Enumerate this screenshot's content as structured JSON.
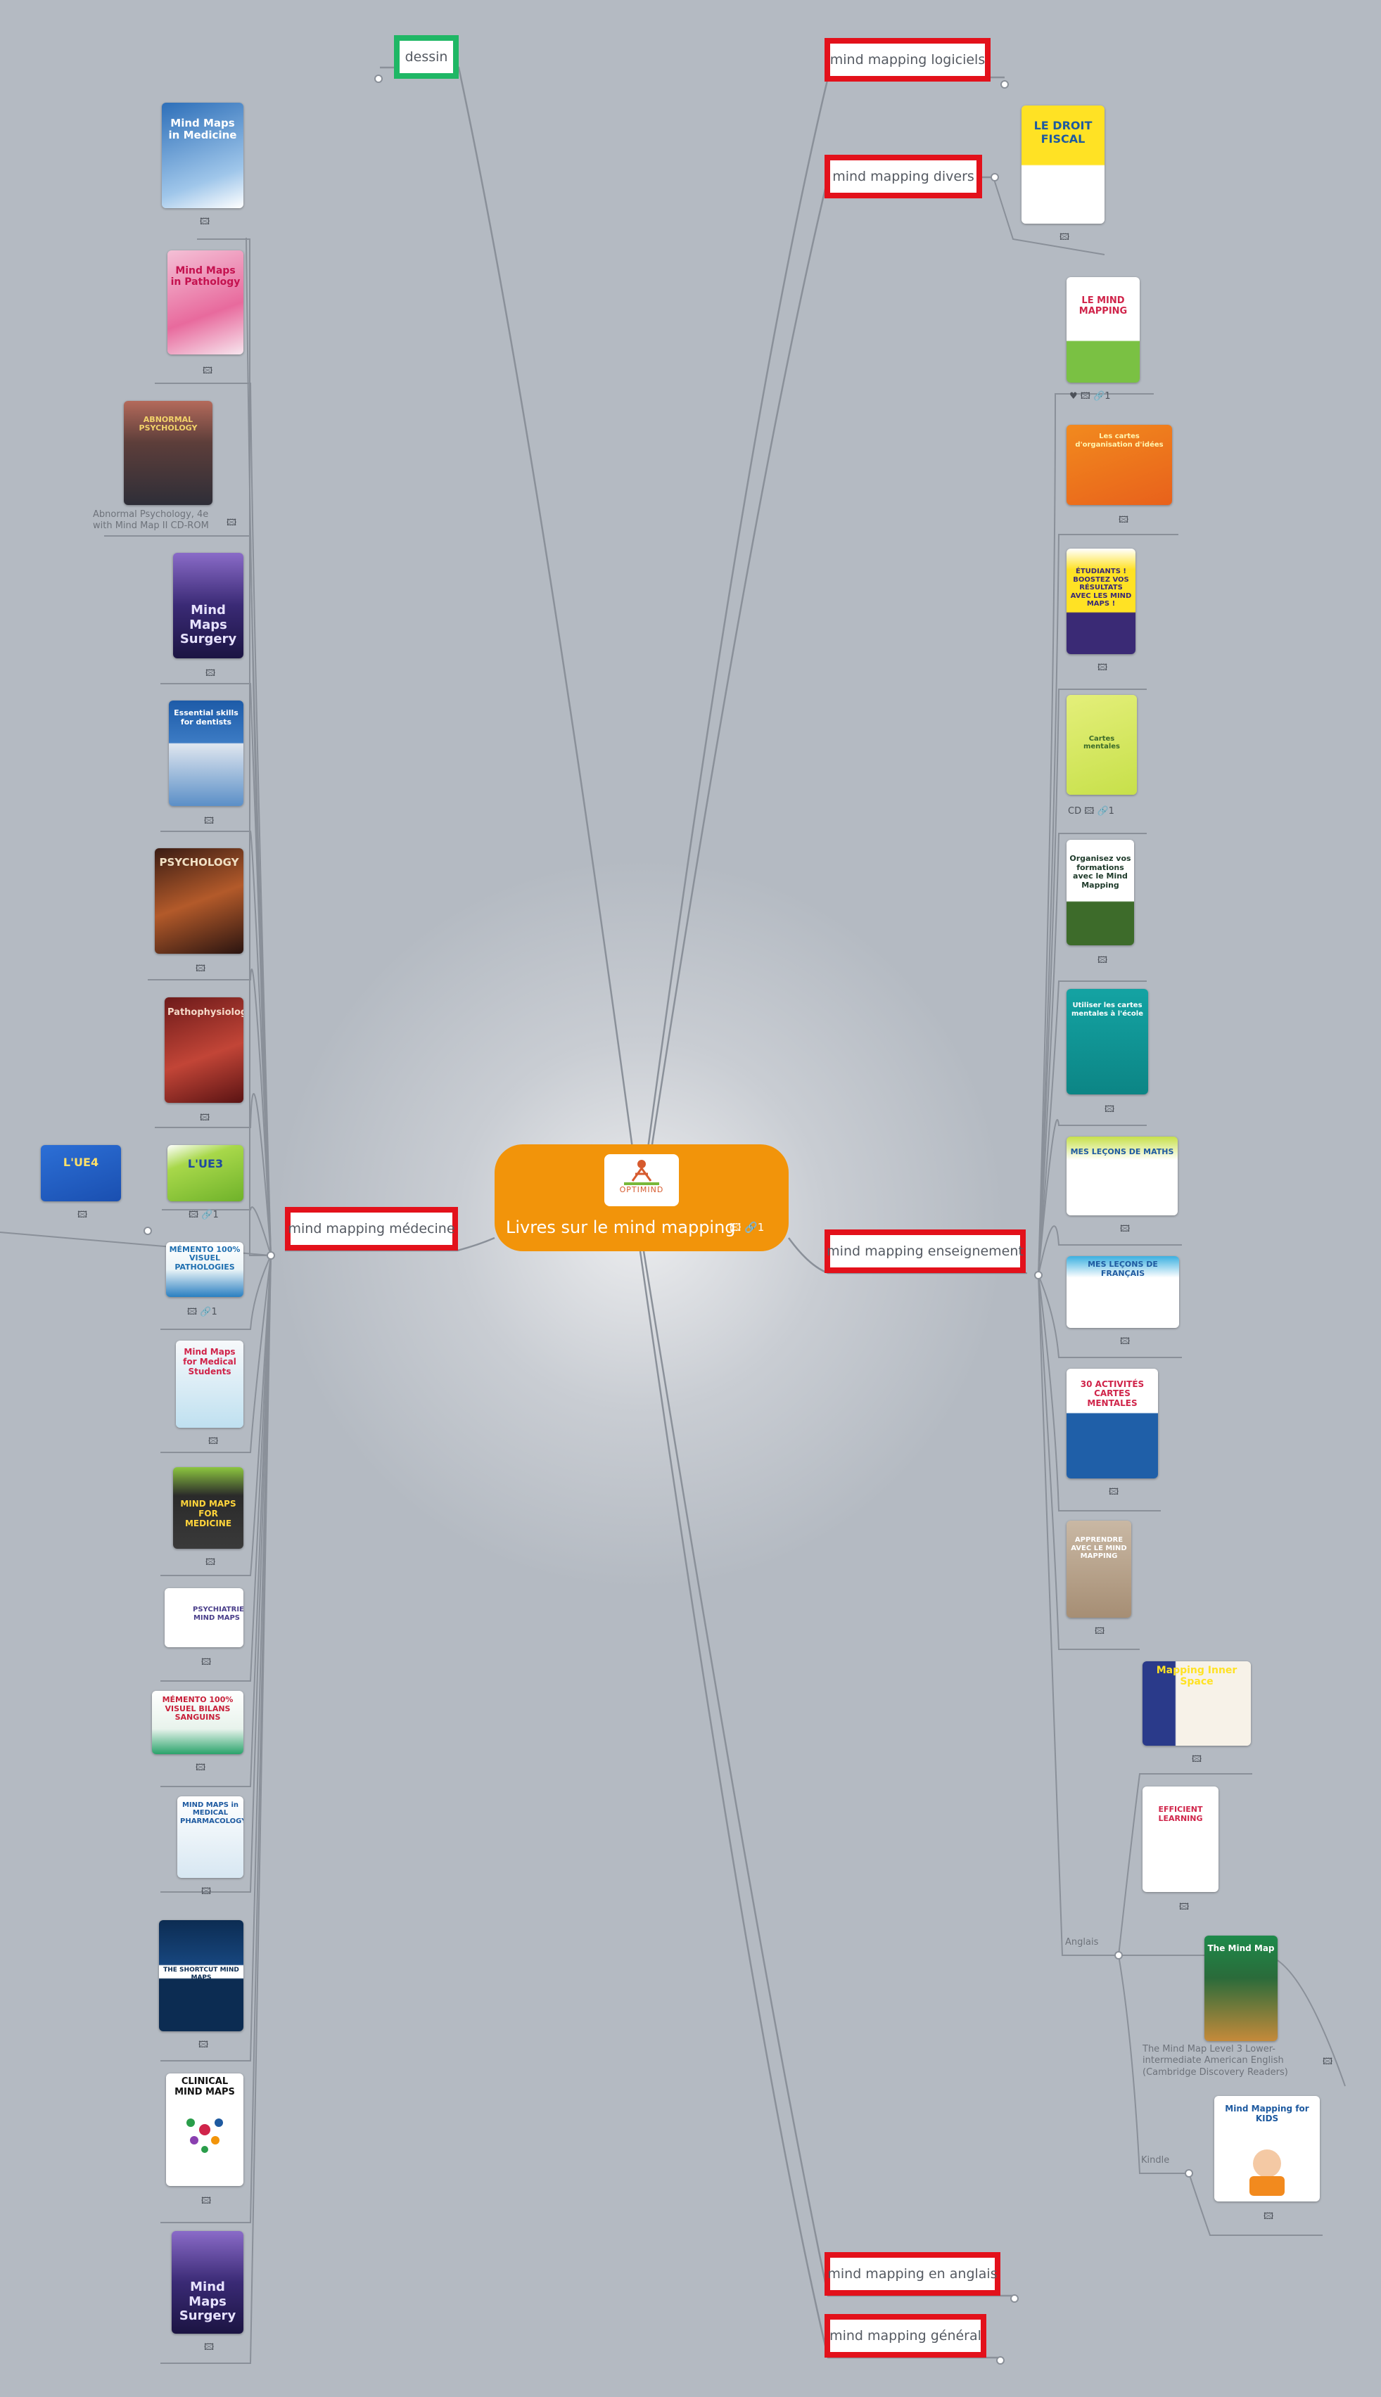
{
  "root": {
    "label": "Livres sur le mind mapping",
    "logo_text": "OPTIMIND",
    "icons": "🖾 🔗1"
  },
  "topics": {
    "dessin": "dessin",
    "logiciels": "mind mapping logiciels",
    "divers": "mind mapping divers",
    "medecine": "mind mapping médecine",
    "enseignement": "mind mapping enseignement",
    "anglais_topic": "mind mapping en anglais",
    "general": "mind mapping général"
  },
  "sublabels": {
    "anglais": "Anglais",
    "kindle": "Kindle"
  },
  "covers": {
    "mm_medicine": "Mind Maps in Medicine",
    "mm_pathology": "Mind Maps in Pathology",
    "abnormal_psych": "ABNORMAL PSYCHOLOGY",
    "mm_surgery": "Mind Maps Surgery",
    "essential_skills": "Essential skills for dentists",
    "psychology": "PSYCHOLOGY",
    "pathophysiology": "Pathophysiology",
    "ue4_small": "L'UE4",
    "ue3": "L'UE3",
    "memento_patho": "MÉMENTO 100% VISUEL PATHOLOGIES",
    "mm_med_students": "Mind Maps for Medical Students",
    "mm_for_medicine": "MIND MAPS FOR MEDICINE",
    "psychiatrie": "PSYCHIATRIE MIND MAPS",
    "memento_bilans": "MÉMENTO 100% VISUEL BILANS SANGUINS",
    "pharmacology": "MIND MAPS in MEDICAL PHARMACOLOGY",
    "shortcut": "THE SHORTCUT MIND MAPS",
    "clinical": "CLINICAL MIND MAPS",
    "mm_surgery2": "Mind Maps Surgery",
    "droit_fiscal": "LE DROIT FISCAL",
    "le_mind_mapping": "LE MIND MAPPING",
    "cartes_orange": "Les cartes d'organisation d'idées",
    "etudiants": "ÉTUDIANTS ! BOOSTEZ VOS RÉSULTATS AVEC LES MIND MAPS !",
    "vert_clair": "Cartes mentales",
    "organisez": "Organisez vos formations avec le Mind Mapping",
    "teal": "Utiliser les cartes mentales à l'école",
    "maths": "MES LEÇONS DE MATHS",
    "francais": "MES LEÇONS DE FRANÇAIS",
    "trente": "30 ACTIVITÉS CARTES MENTALES",
    "apprendre": "APPRENDRE AVEC LE MIND MAPPING",
    "inner_space": "Mapping Inner Space",
    "efficient": "EFFICIENT LEARNING",
    "the_mind_map": "The Mind Map",
    "kids": "Mind Mapping for KIDS"
  },
  "badges": {
    "img": "🖾",
    "img_link": "🖾 🔗1",
    "heart_img_link": "♥ 🖾 🔗1",
    "cd_img_link": "CD 🖾 🔗1"
  },
  "captions": {
    "abnormal": "Abnormal Psychology, 4e with Mind Map II CD-ROM",
    "the_mind_map": "The Mind Map Level 3 Lower-intermediate American English (Cambridge Discovery Readers)"
  },
  "colors": {
    "background": "#b4bac2",
    "root": "#f2940a",
    "topic_border_red": "#e3111b",
    "topic_border_green": "#1fb765",
    "connector": "#8a9099"
  }
}
